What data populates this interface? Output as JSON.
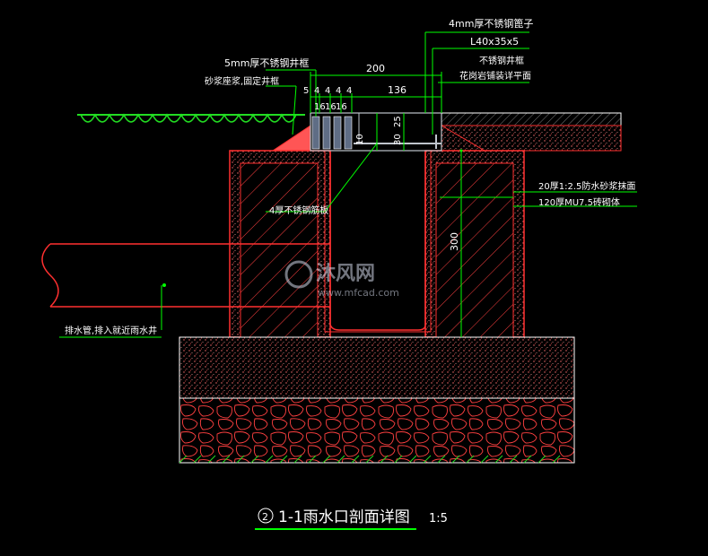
{
  "watermark": {
    "brand_cn": "沐风网",
    "url": "www.mfcad.com"
  },
  "labels": {
    "top_plate": "4mm厚不锈钢篦子",
    "angle_steel": "L40x35x5",
    "frame_steel": "不锈钢井框",
    "paving": "花岗岩铺装详平面",
    "well_frame": "5mm厚不锈钢井框",
    "mortar_base": "砂浆座浆,固定井框",
    "stiffener": "4厚不锈钢筋板",
    "plaster": "20厚1:2.5防水砂浆抹面",
    "brick": "120厚MU7.5砖砌体",
    "drain_pipe": "排水管,排入就近雨水井"
  },
  "dimensions": {
    "d200": "200",
    "d136": "136",
    "d5": "5",
    "d4a": "4",
    "d4b": "4",
    "d4c": "4",
    "d4d": "4",
    "d16a": "16",
    "d16b": "16",
    "d16c": "16",
    "d25": "25",
    "d30": "30",
    "d10": "10",
    "d300": "300"
  },
  "title": {
    "number": "2",
    "text": "1-1雨水口剖面详图",
    "scale": "1:5"
  },
  "colors": {
    "background": "#000000",
    "wall_red": "#ff3030",
    "grass_green": "#22dd22",
    "dim_green": "#00ff00",
    "text_white": "#ffffff",
    "hatch_grey": "#aaaaaa",
    "steel_grey": "#bfc4cc"
  }
}
